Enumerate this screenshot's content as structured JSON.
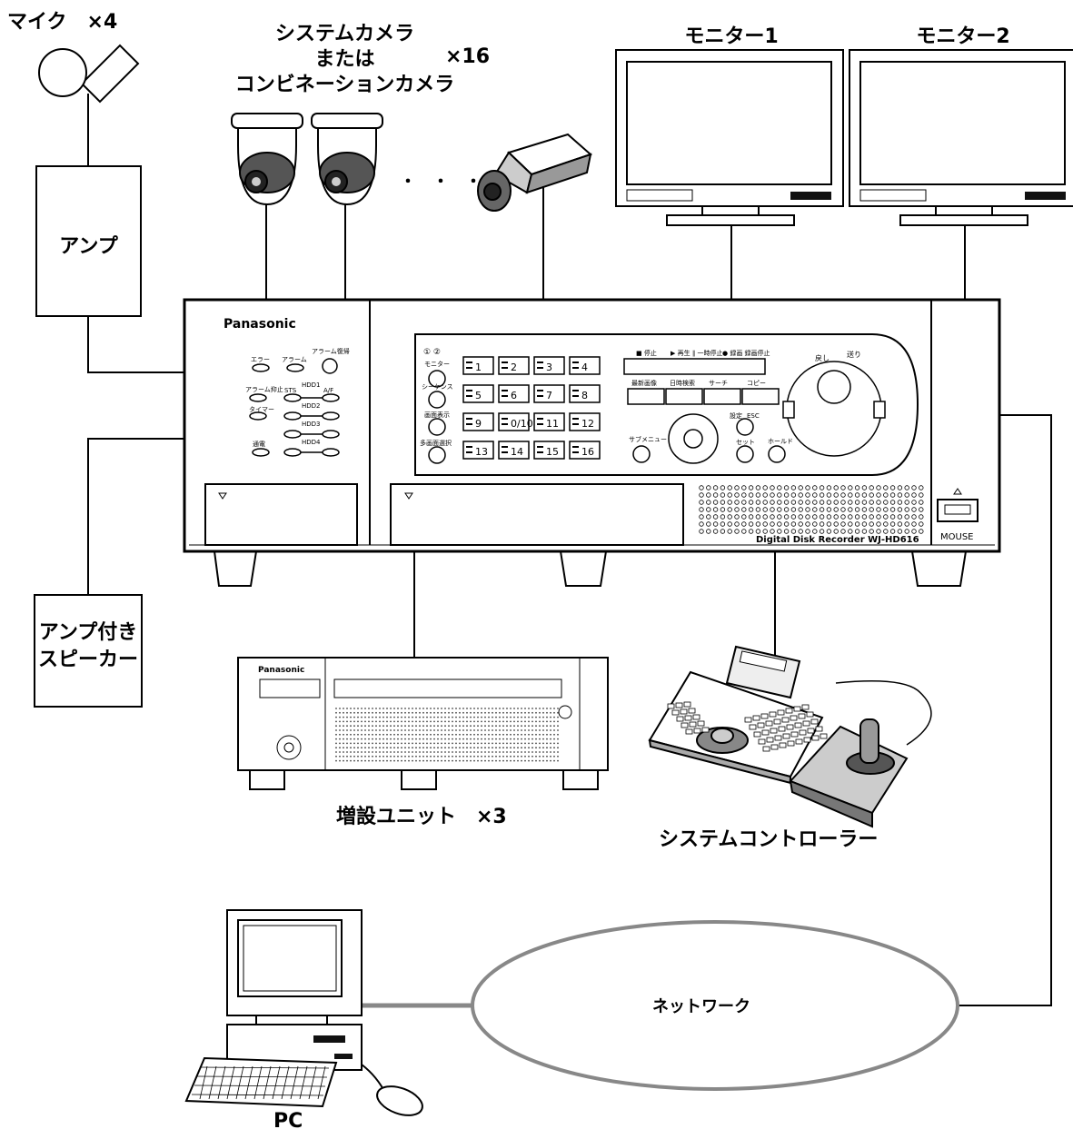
{
  "labels": {
    "mic": "マイク　×4",
    "camera_line1": "システムカメラ",
    "camera_line2": "または",
    "camera_line3": "コンビネーションカメラ",
    "camera_count": "×16",
    "monitor1": "モニター1",
    "monitor2": "モニター2",
    "amp": "アンプ",
    "amp_speaker_line1": "アンプ付き",
    "amp_speaker_line2": "スピーカー",
    "extension_unit": "増設ユニット　×3",
    "system_controller": "システムコントローラー",
    "network": "ネットワーク",
    "pc": "PC",
    "dots": "・　・　・"
  },
  "recorder": {
    "brand": "Panasonic",
    "model": "Digital Disk Recorder WJ-HD616",
    "mouse": "MOUSE",
    "leds": {
      "error": "エラー",
      "alarm": "アラーム",
      "alarm_restore": "アラーム復帰",
      "alarm_suppress": "アラーム抑止",
      "timer": "タイマー",
      "power": "通電",
      "sts": "STS",
      "af": "A/F",
      "hdd1": "HDD1",
      "hdd2": "HDD2",
      "hdd3": "HDD3",
      "hdd4": "HDD4"
    },
    "side_buttons": [
      "モニター",
      "シーケンス",
      "画面表示",
      "多画面選択"
    ],
    "monitor_marks": "① ②",
    "numpad": [
      "1",
      "2",
      "3",
      "4",
      "5",
      "6",
      "7",
      "8",
      "9",
      "0/10",
      "11",
      "12",
      "13",
      "14",
      "15",
      "16"
    ],
    "transport": [
      "■ 停止",
      "▶ 再生 ∥ 一時停止",
      "● 録画 録画停止"
    ],
    "function_buttons": [
      "最新画像",
      "日時検索",
      "サーチ",
      "コピー"
    ],
    "submenu": "サブメニュー",
    "setting": "設定",
    "esc": "ESC",
    "set": "セット",
    "hold": "ホールド",
    "rewind": "戻し",
    "forward": "送り"
  },
  "extension": {
    "brand": "Panasonic"
  }
}
